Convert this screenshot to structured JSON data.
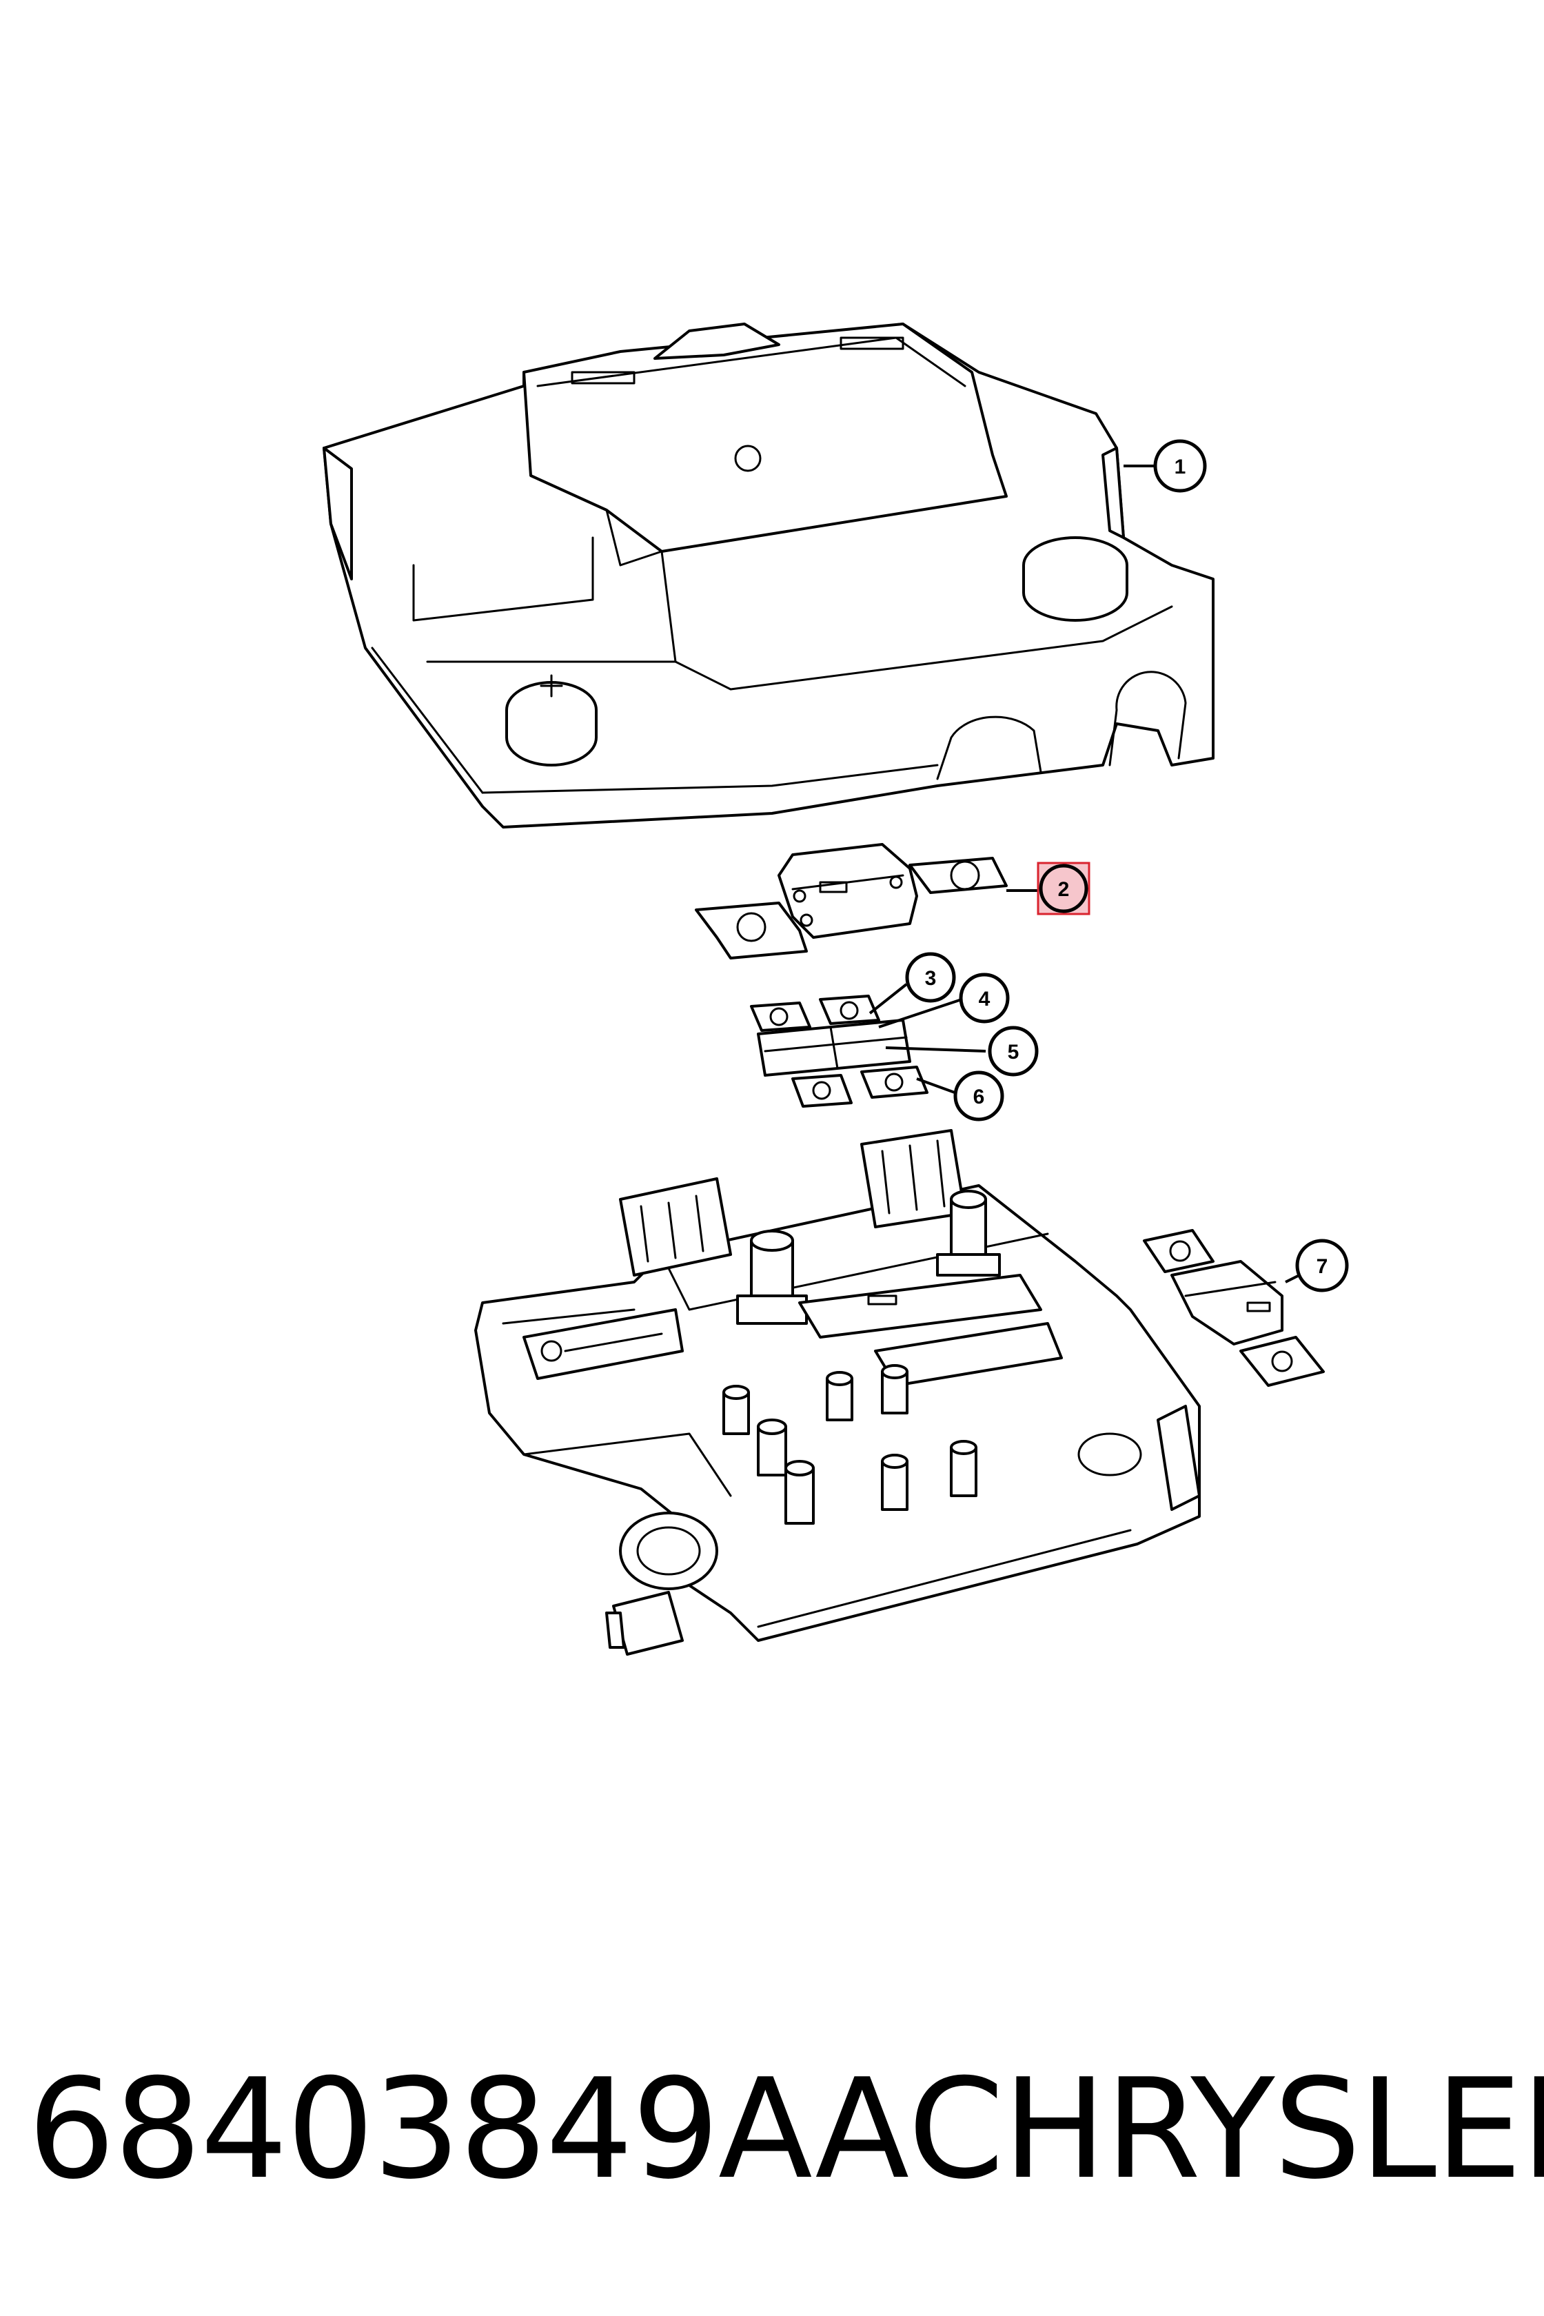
{
  "callouts": [
    {
      "label": "1"
    },
    {
      "label": "2",
      "highlighted": true
    },
    {
      "label": "3"
    },
    {
      "label": "4"
    },
    {
      "label": "5"
    },
    {
      "label": "6"
    },
    {
      "label": "7"
    }
  ],
  "caption": {
    "part_number": "68403849AA",
    "brand": "CHRYSLER"
  },
  "colors": {
    "line": "#000000",
    "background": "#ffffff",
    "highlight_fill": "#f6c6cc",
    "highlight_border": "#d9232e"
  }
}
